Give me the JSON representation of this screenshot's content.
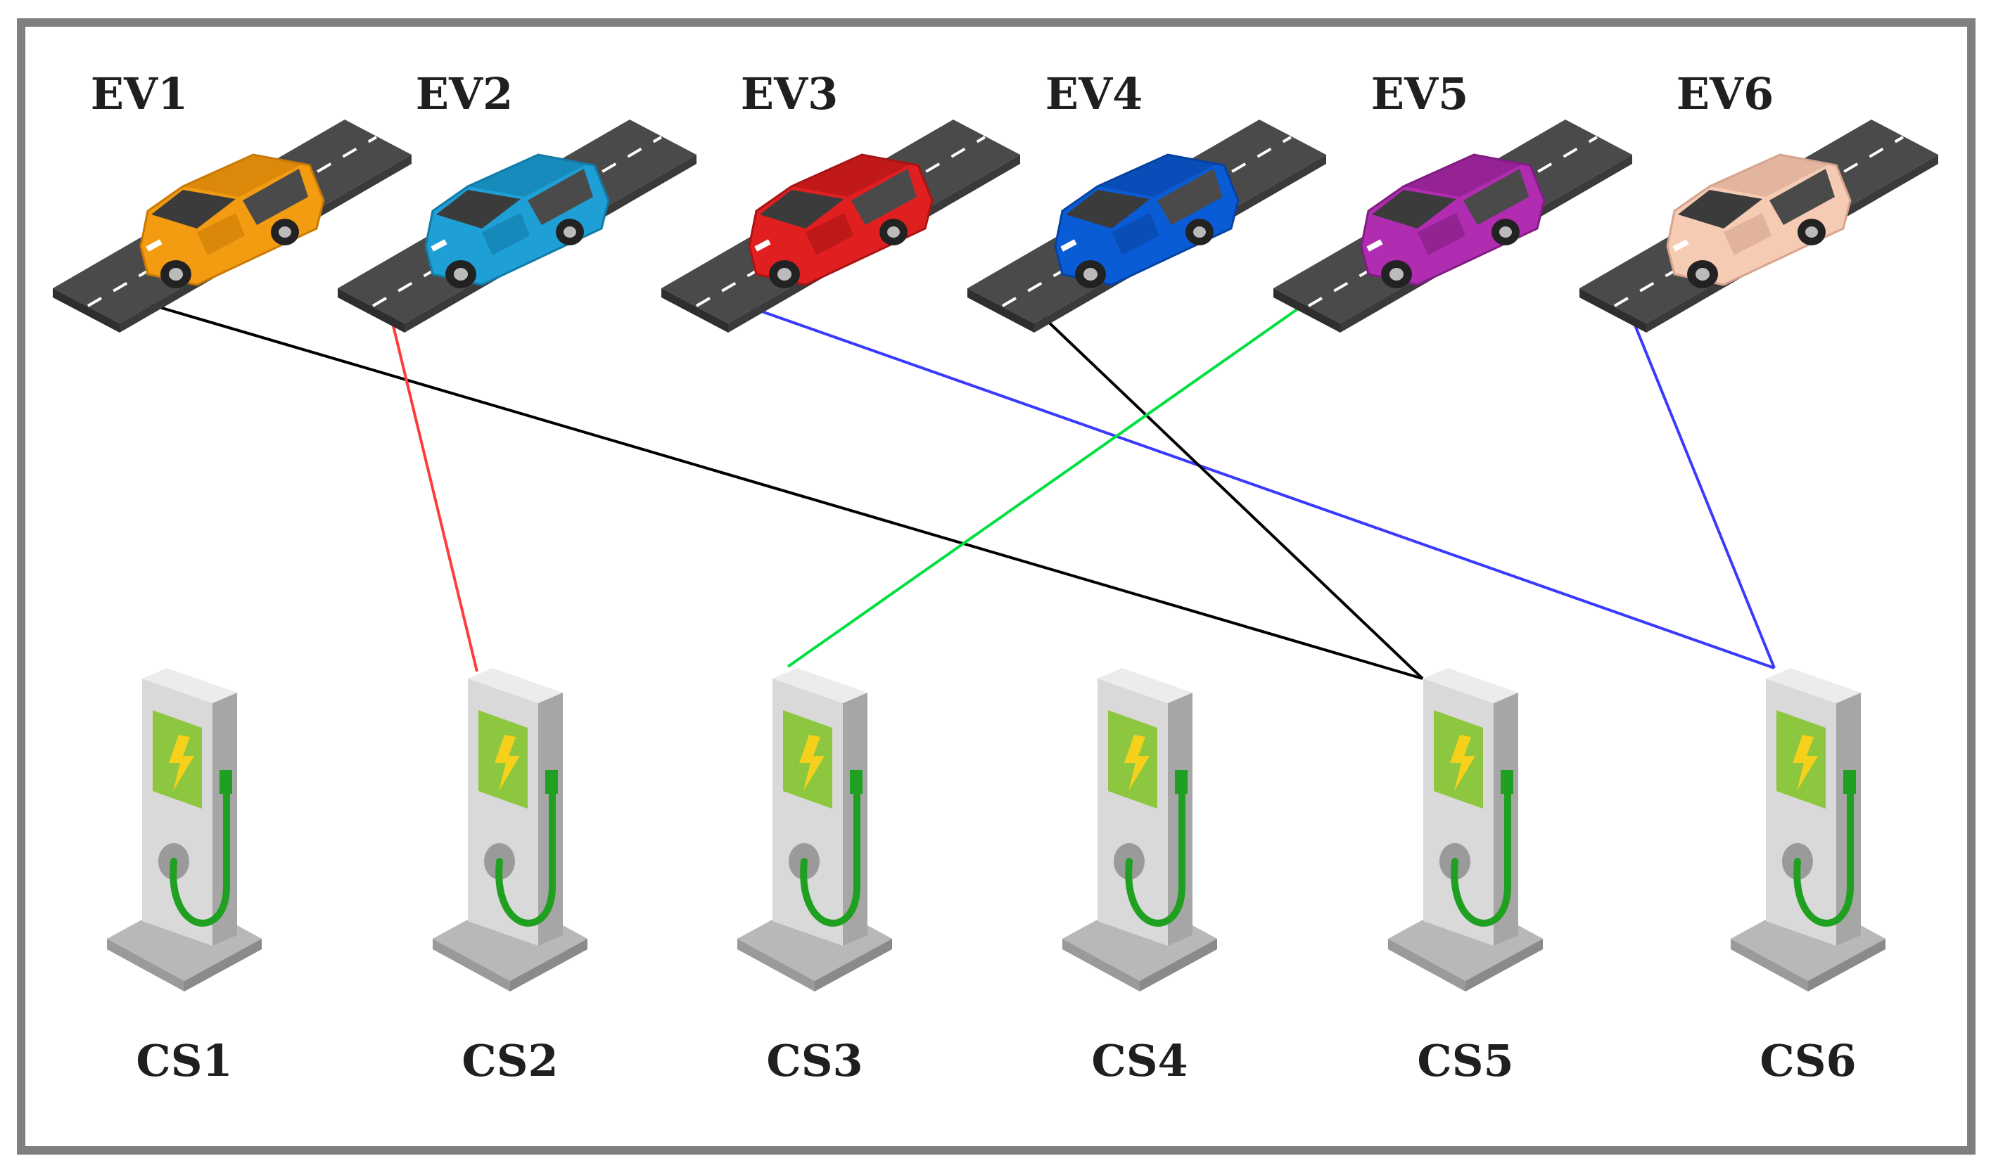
{
  "colors": {
    "frame": "#7f7f7f",
    "road": "#4a4a4a",
    "road_edge": "#2e2e2e",
    "road_dash": "#ffffff",
    "station_body": "#d9d9d9",
    "station_side": "#a6a6a6",
    "station_base": "#9a9a9a",
    "station_screen": "#8dc63f",
    "station_bolt": "#f6d11c",
    "station_cable": "#20a020",
    "link_black": "#000000",
    "link_red": "#ff3b3b",
    "link_blue": "#3a3aff",
    "link_green": "#00e040"
  },
  "vehicles": [
    {
      "id": "ev1",
      "label": "EV1",
      "color": "#f39c12",
      "shade": "#c97a05"
    },
    {
      "id": "ev2",
      "label": "EV2",
      "color": "#1e9fd6",
      "shade": "#137aa6"
    },
    {
      "id": "ev3",
      "label": "EV3",
      "color": "#e02020",
      "shade": "#a81414"
    },
    {
      "id": "ev4",
      "label": "EV4",
      "color": "#0a5cd6",
      "shade": "#0842a0"
    },
    {
      "id": "ev5",
      "label": "EV5",
      "color": "#b02cb0",
      "shade": "#801e80"
    },
    {
      "id": "ev6",
      "label": "EV6",
      "color": "#f6cbb4",
      "shade": "#d6a48c"
    }
  ],
  "stations": [
    {
      "id": "cs1",
      "label": "CS1"
    },
    {
      "id": "cs2",
      "label": "CS2"
    },
    {
      "id": "cs3",
      "label": "CS3"
    },
    {
      "id": "cs4",
      "label": "CS4"
    },
    {
      "id": "cs5",
      "label": "CS5"
    },
    {
      "id": "cs6",
      "label": "CS6"
    }
  ],
  "links": [
    {
      "from": "ev1",
      "to": "cs5",
      "color": "black"
    },
    {
      "from": "ev2",
      "to": "cs2",
      "color": "red"
    },
    {
      "from": "ev3",
      "to": "cs6",
      "color": "blue"
    },
    {
      "from": "ev4",
      "to": "cs5",
      "color": "black"
    },
    {
      "from": "ev5",
      "to": "cs3",
      "color": "green"
    },
    {
      "from": "ev6",
      "to": "cs6",
      "color": "blue"
    }
  ]
}
